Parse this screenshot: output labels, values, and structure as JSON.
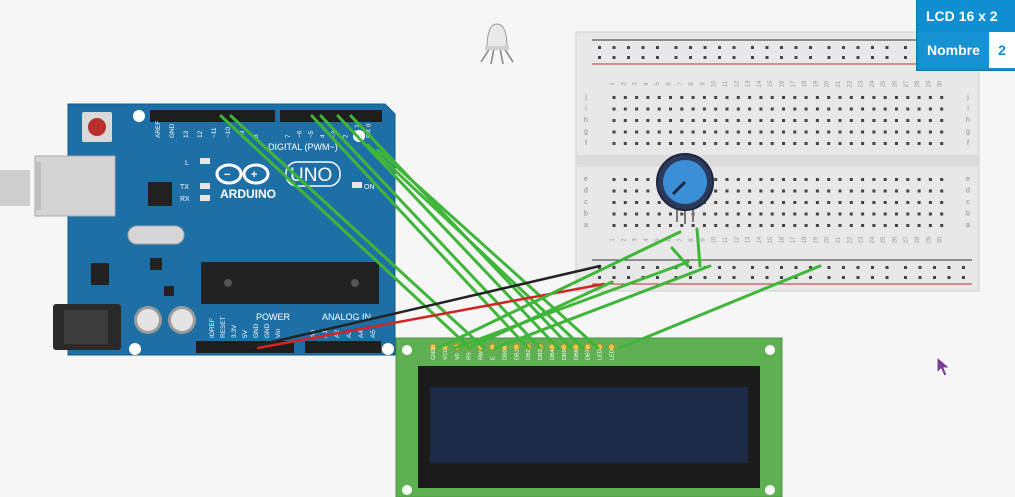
{
  "panel": {
    "title": "LCD 16 x 2",
    "field_label": "Nombre",
    "field_value": "2"
  },
  "arduino": {
    "brand": "ARDUINO",
    "model": "UNO",
    "digital_label": "DIGITAL (PWM~)",
    "power_label": "POWER",
    "analog_label": "ANALOG IN",
    "on_label": "ON",
    "l_label": "L",
    "tx_label": "TX",
    "rx_label": "RX",
    "top_pin_labels": [
      "AREF",
      "GND",
      "13",
      "12",
      "~11",
      "~10",
      "~9",
      "8",
      "7",
      "~6",
      "~5",
      "4",
      "~3",
      "2",
      "TX 1",
      "RX 0"
    ],
    "power_pin_labels": [
      "IOREF",
      "RESET",
      "3.3V",
      "5V",
      "GND",
      "GND",
      "Vin"
    ],
    "analog_pin_labels": [
      "A0",
      "A1",
      "A2",
      "A3",
      "A4",
      "A5"
    ]
  },
  "breadboard": {
    "row_letters_top": [
      "j",
      "i",
      "h",
      "g",
      "f"
    ],
    "row_letters_bottom": [
      "e",
      "d",
      "c",
      "b",
      "a"
    ],
    "column_numbers": [
      "1",
      "2",
      "3",
      "4",
      "5",
      "6",
      "7",
      "8",
      "9",
      "10",
      "11",
      "12",
      "13",
      "14",
      "15",
      "16",
      "17",
      "18",
      "19",
      "20",
      "21",
      "22",
      "23",
      "24",
      "25",
      "26",
      "27",
      "28",
      "29",
      "30"
    ]
  },
  "lcd": {
    "pin_labels": [
      "GND",
      "VCC",
      "V0",
      "RS",
      "RW",
      "E",
      "DB0",
      "DB1",
      "DB2",
      "DB3",
      "DB4",
      "DB5",
      "DB6",
      "DB7",
      "LED",
      "LED"
    ]
  },
  "colors": {
    "arduino_board": "#1d6fa5",
    "lcd_board": "#5fb052",
    "lcd_screen": "#1c2a48",
    "wire_green": "#3fb53a",
    "wire_red": "#d12424",
    "wire_black": "#222222",
    "panel_blue": "#0f8fd1"
  },
  "icons": [
    "rgb-led-icon",
    "potentiometer-icon",
    "mouse-cursor-icon"
  ]
}
